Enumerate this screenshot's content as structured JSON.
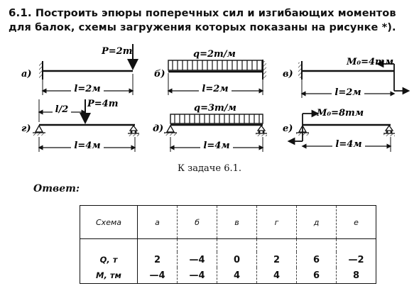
{
  "problem": {
    "number": "6.1.",
    "text": "Построить эпюры поперечных сил и изгибающих моментов для балок, схемы загружения которых показаны на рисунке *)."
  },
  "figures": [
    {
      "id": "a",
      "label": "а)",
      "load": "P=2m",
      "span": "l=2м"
    },
    {
      "id": "b",
      "label": "б)",
      "load": "q=2m/м",
      "span": "l=2м"
    },
    {
      "id": "v",
      "label": "в)",
      "load": "M₀=4mм",
      "span": "l=2м"
    },
    {
      "id": "g",
      "label": "г)",
      "load": "P=4m",
      "extra": "l/2",
      "span": "l=4м"
    },
    {
      "id": "d",
      "label": "д)",
      "load": "q=3m/м",
      "span": "l=4м"
    },
    {
      "id": "e",
      "label": "е)",
      "load": "M₀=8mм",
      "span": "l=4м"
    }
  ],
  "caption": "К задаче 6.1.",
  "answer_label": "Ответ:",
  "table": {
    "header": [
      "Схема",
      "а",
      "б",
      "в",
      "г",
      "д",
      "е"
    ],
    "rows": [
      {
        "label": "Q, т",
        "values": [
          "2",
          "—4",
          "0",
          "2",
          "6",
          "—2"
        ]
      },
      {
        "label": "M, тм",
        "values": [
          "—4",
          "—4",
          "4",
          "4",
          "6",
          "8"
        ]
      }
    ]
  }
}
